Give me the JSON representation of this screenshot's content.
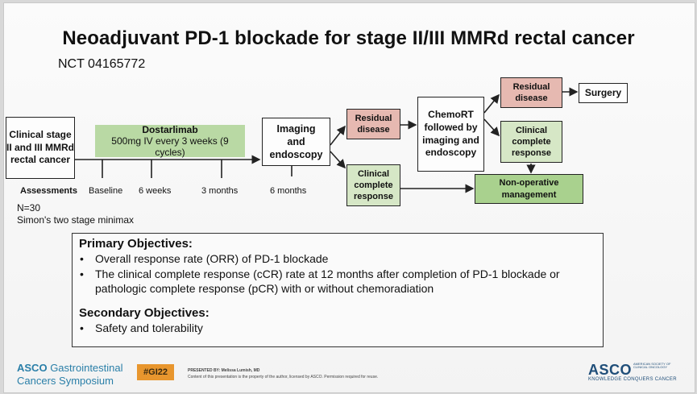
{
  "slide": {
    "title": "Neoadjuvant PD-1 blockade for stage II/III MMRd rectal cancer",
    "trial_id": "NCT 04165772"
  },
  "flow": {
    "start": "Clinical stage II and III MMRd rectal cancer",
    "treatment": {
      "name": "Dostarlimab",
      "regimen": "500mg IV every 3 weeks (9 cycles)"
    },
    "imaging": "Imaging and endoscopy",
    "residual_1": "Residual disease",
    "ccr_1": "Clinical complete response",
    "chemort": "ChemoRT followed by imaging and endoscopy",
    "residual_2": "Residual disease",
    "ccr_2": "Clinical complete response",
    "surgery": "Surgery",
    "nonop": "Non-operative management"
  },
  "assessments": {
    "label": "Assessments",
    "timepoints": [
      "Baseline",
      "6 weeks",
      "3 months",
      "6 months"
    ]
  },
  "design": {
    "n": "N=30",
    "method": "Simon's two stage minimax"
  },
  "objectives": {
    "primary_title": "Primary Objectives:",
    "primary": [
      "Overall response rate (ORR) of PD-1 blockade",
      "The clinical complete response (cCR) rate at 12 months after completion of PD-1 blockade or pathologic complete response (pCR) with or without chemoradiation"
    ],
    "secondary_title": "Secondary Objectives:",
    "secondary": [
      "Safety and tolerability"
    ],
    "bullet": "•"
  },
  "footer": {
    "org": "ASCO",
    "symposium_line1": "Gastrointestinal",
    "symposium_line2": "Cancers Symposium",
    "hashtag": "#GI22",
    "presented_by": "PRESENTED BY: Melissa Lumish, MD",
    "disclaimer": "Content of this presentation is the property of the author, licensed by ASCO. Permission required for reuse.",
    "logo_org": "ASCO",
    "logo_society": "AMERICAN SOCIETY OF CLINICAL ONCOLOGY",
    "logo_tagline": "KNOWLEDGE CONQUERS CANCER"
  },
  "colors": {
    "residual": "#e6b9b1",
    "ccr": "#d6e7c6",
    "nonop": "#a9d18e",
    "dostarlimab": "#b9d9a4",
    "hashtag": "#e8962e"
  }
}
